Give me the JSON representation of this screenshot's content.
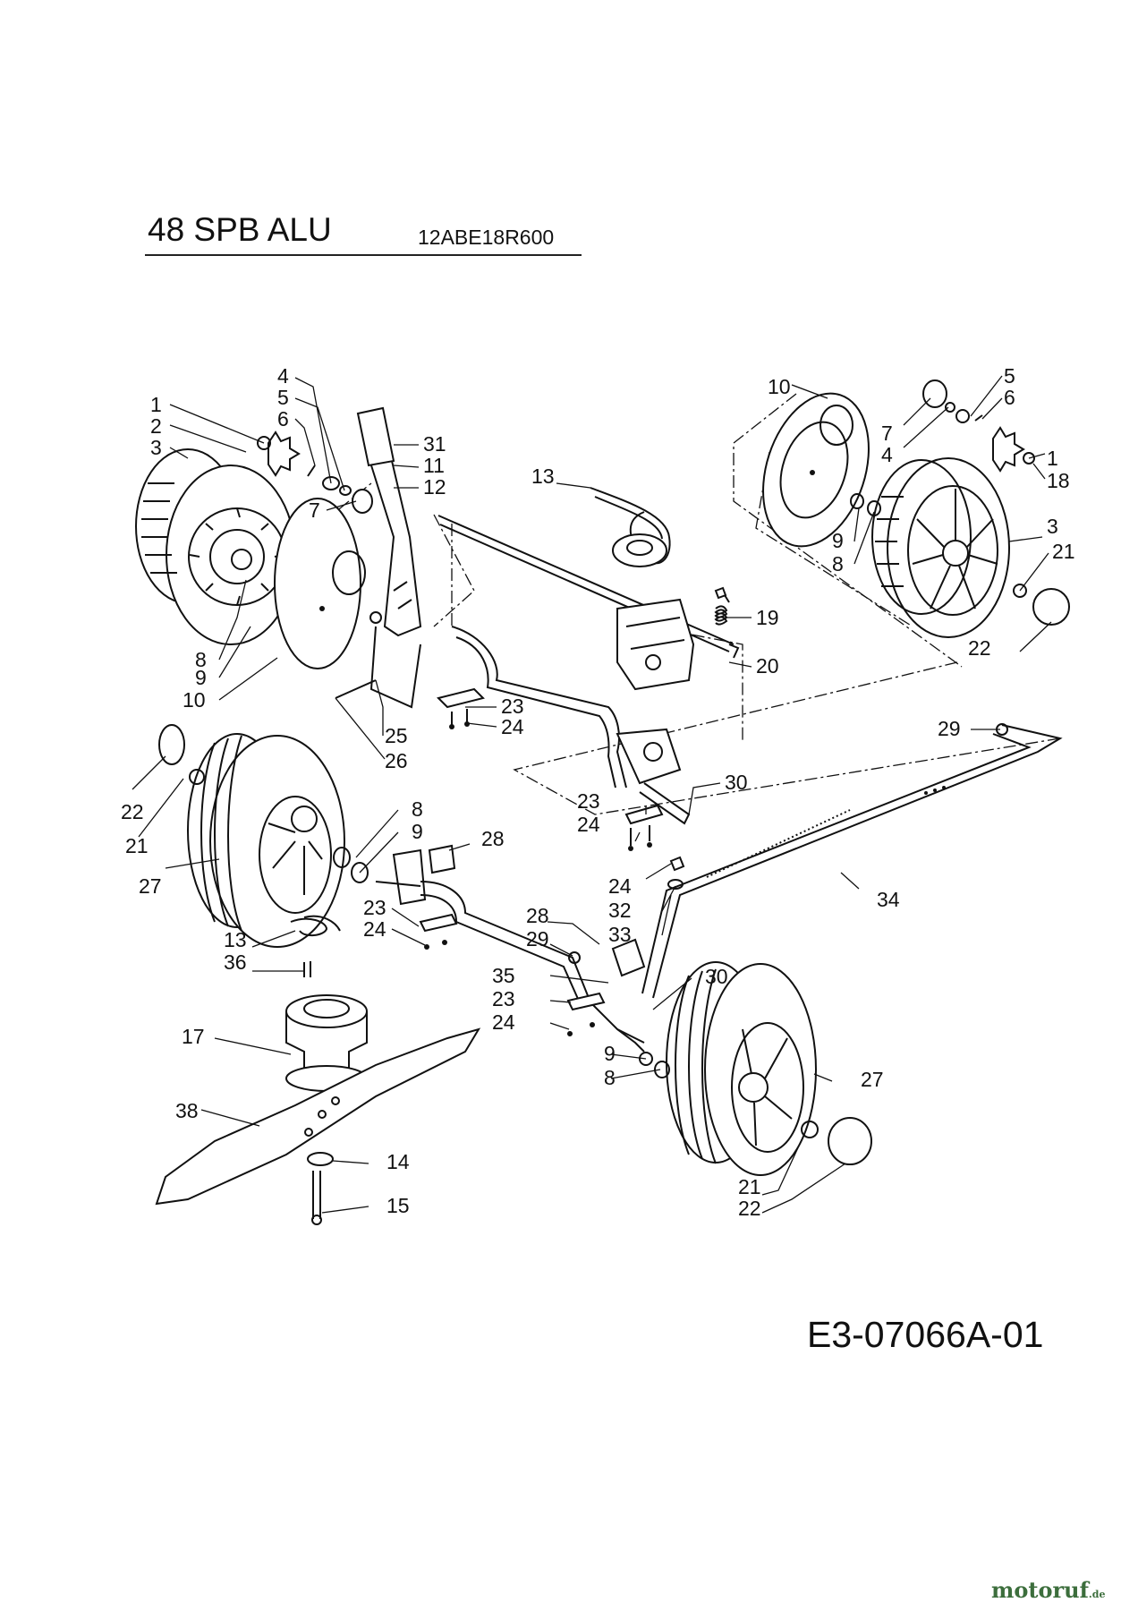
{
  "header": {
    "title": "48 SPB ALU",
    "model": "12ABE18R600"
  },
  "diagram_code": "E3-07066A-01",
  "watermark": {
    "brand": "motoruf",
    "tld": ".de"
  },
  "callouts": {
    "l1": "1",
    "l2": "2",
    "l3": "3",
    "l4": "4",
    "l5": "5",
    "l6": "6",
    "l7": "7",
    "l31": "31",
    "l11": "11",
    "l12": "12",
    "l8a": "8",
    "l9a": "9",
    "l10a": "10",
    "l25": "25",
    "l26": "26",
    "l23a": "23",
    "l24a": "24",
    "l13a": "13",
    "l19": "19",
    "l20": "20",
    "r10": "10",
    "r5": "5",
    "r6": "6",
    "r7": "7",
    "r4": "4",
    "r1": "1",
    "r18": "18",
    "r9": "9",
    "r8": "8",
    "r3": "3",
    "r21": "21",
    "r22": "22",
    "l29a": "29",
    "l30a": "30",
    "l23b": "23",
    "l24b": "24",
    "l24c": "24",
    "l32": "32",
    "l33": "33",
    "l34": "34",
    "l22b": "22",
    "l21b": "21",
    "l8b": "8",
    "l9b": "9",
    "l27a": "27",
    "l28a": "28",
    "l23c": "23",
    "l24d": "24",
    "l13b": "13",
    "l36": "36",
    "l28b": "28",
    "l29b": "29",
    "l35": "35",
    "l23d": "23",
    "l24e": "24",
    "l30b": "30",
    "l9c": "9",
    "l8c": "8",
    "l27b": "27",
    "l21c": "21",
    "l22c": "22",
    "l17": "17",
    "l38": "38",
    "l14": "14",
    "l15": "15"
  }
}
